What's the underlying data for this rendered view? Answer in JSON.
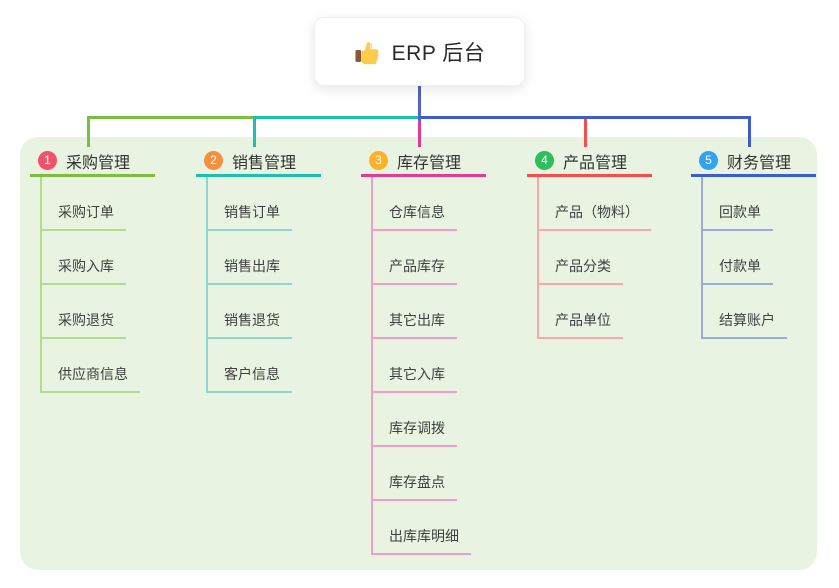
{
  "root": {
    "title": "ERP 后台",
    "icon": "thumbs-up-icon"
  },
  "colors": {
    "canvas_bg": "#FFFFFF",
    "panel_bg": "#E8F4E1",
    "root_stem": "#5063C6",
    "title_text": "#333333",
    "item_text": "#404040"
  },
  "branches": [
    {
      "badge": "1",
      "title": "采购管理",
      "badge_color": "#F25268",
      "line_color": "#7EBE3E",
      "light_color": "#B5DB8E",
      "items": [
        "采购订单",
        "采购入库",
        "采购退货",
        "供应商信息"
      ]
    },
    {
      "badge": "2",
      "title": "销售管理",
      "badge_color": "#F78F40",
      "line_color": "#1FBFAF",
      "light_color": "#8BD9CE",
      "items": [
        "销售订单",
        "销售出库",
        "销售退货",
        "客户信息"
      ]
    },
    {
      "badge": "3",
      "title": "库存管理",
      "badge_color": "#FFB226",
      "line_color": "#E23C92",
      "light_color": "#F29CC9",
      "items": [
        "仓库信息",
        "产品库存",
        "其它出库",
        "其它入库",
        "库存调拨",
        "库存盘点",
        "出库库明细"
      ]
    },
    {
      "badge": "4",
      "title": "产品管理",
      "badge_color": "#2EBE5B",
      "line_color": "#F64D4D",
      "light_color": "#FAA7A7",
      "items": [
        "产品（物料）",
        "产品分类",
        "产品单位"
      ]
    },
    {
      "badge": "5",
      "title": "财务管理",
      "badge_color": "#31A3F0",
      "line_color": "#3D5CD0",
      "light_color": "#9AA9E4",
      "items": [
        "回款单",
        "付款单",
        "结算账户"
      ]
    }
  ]
}
